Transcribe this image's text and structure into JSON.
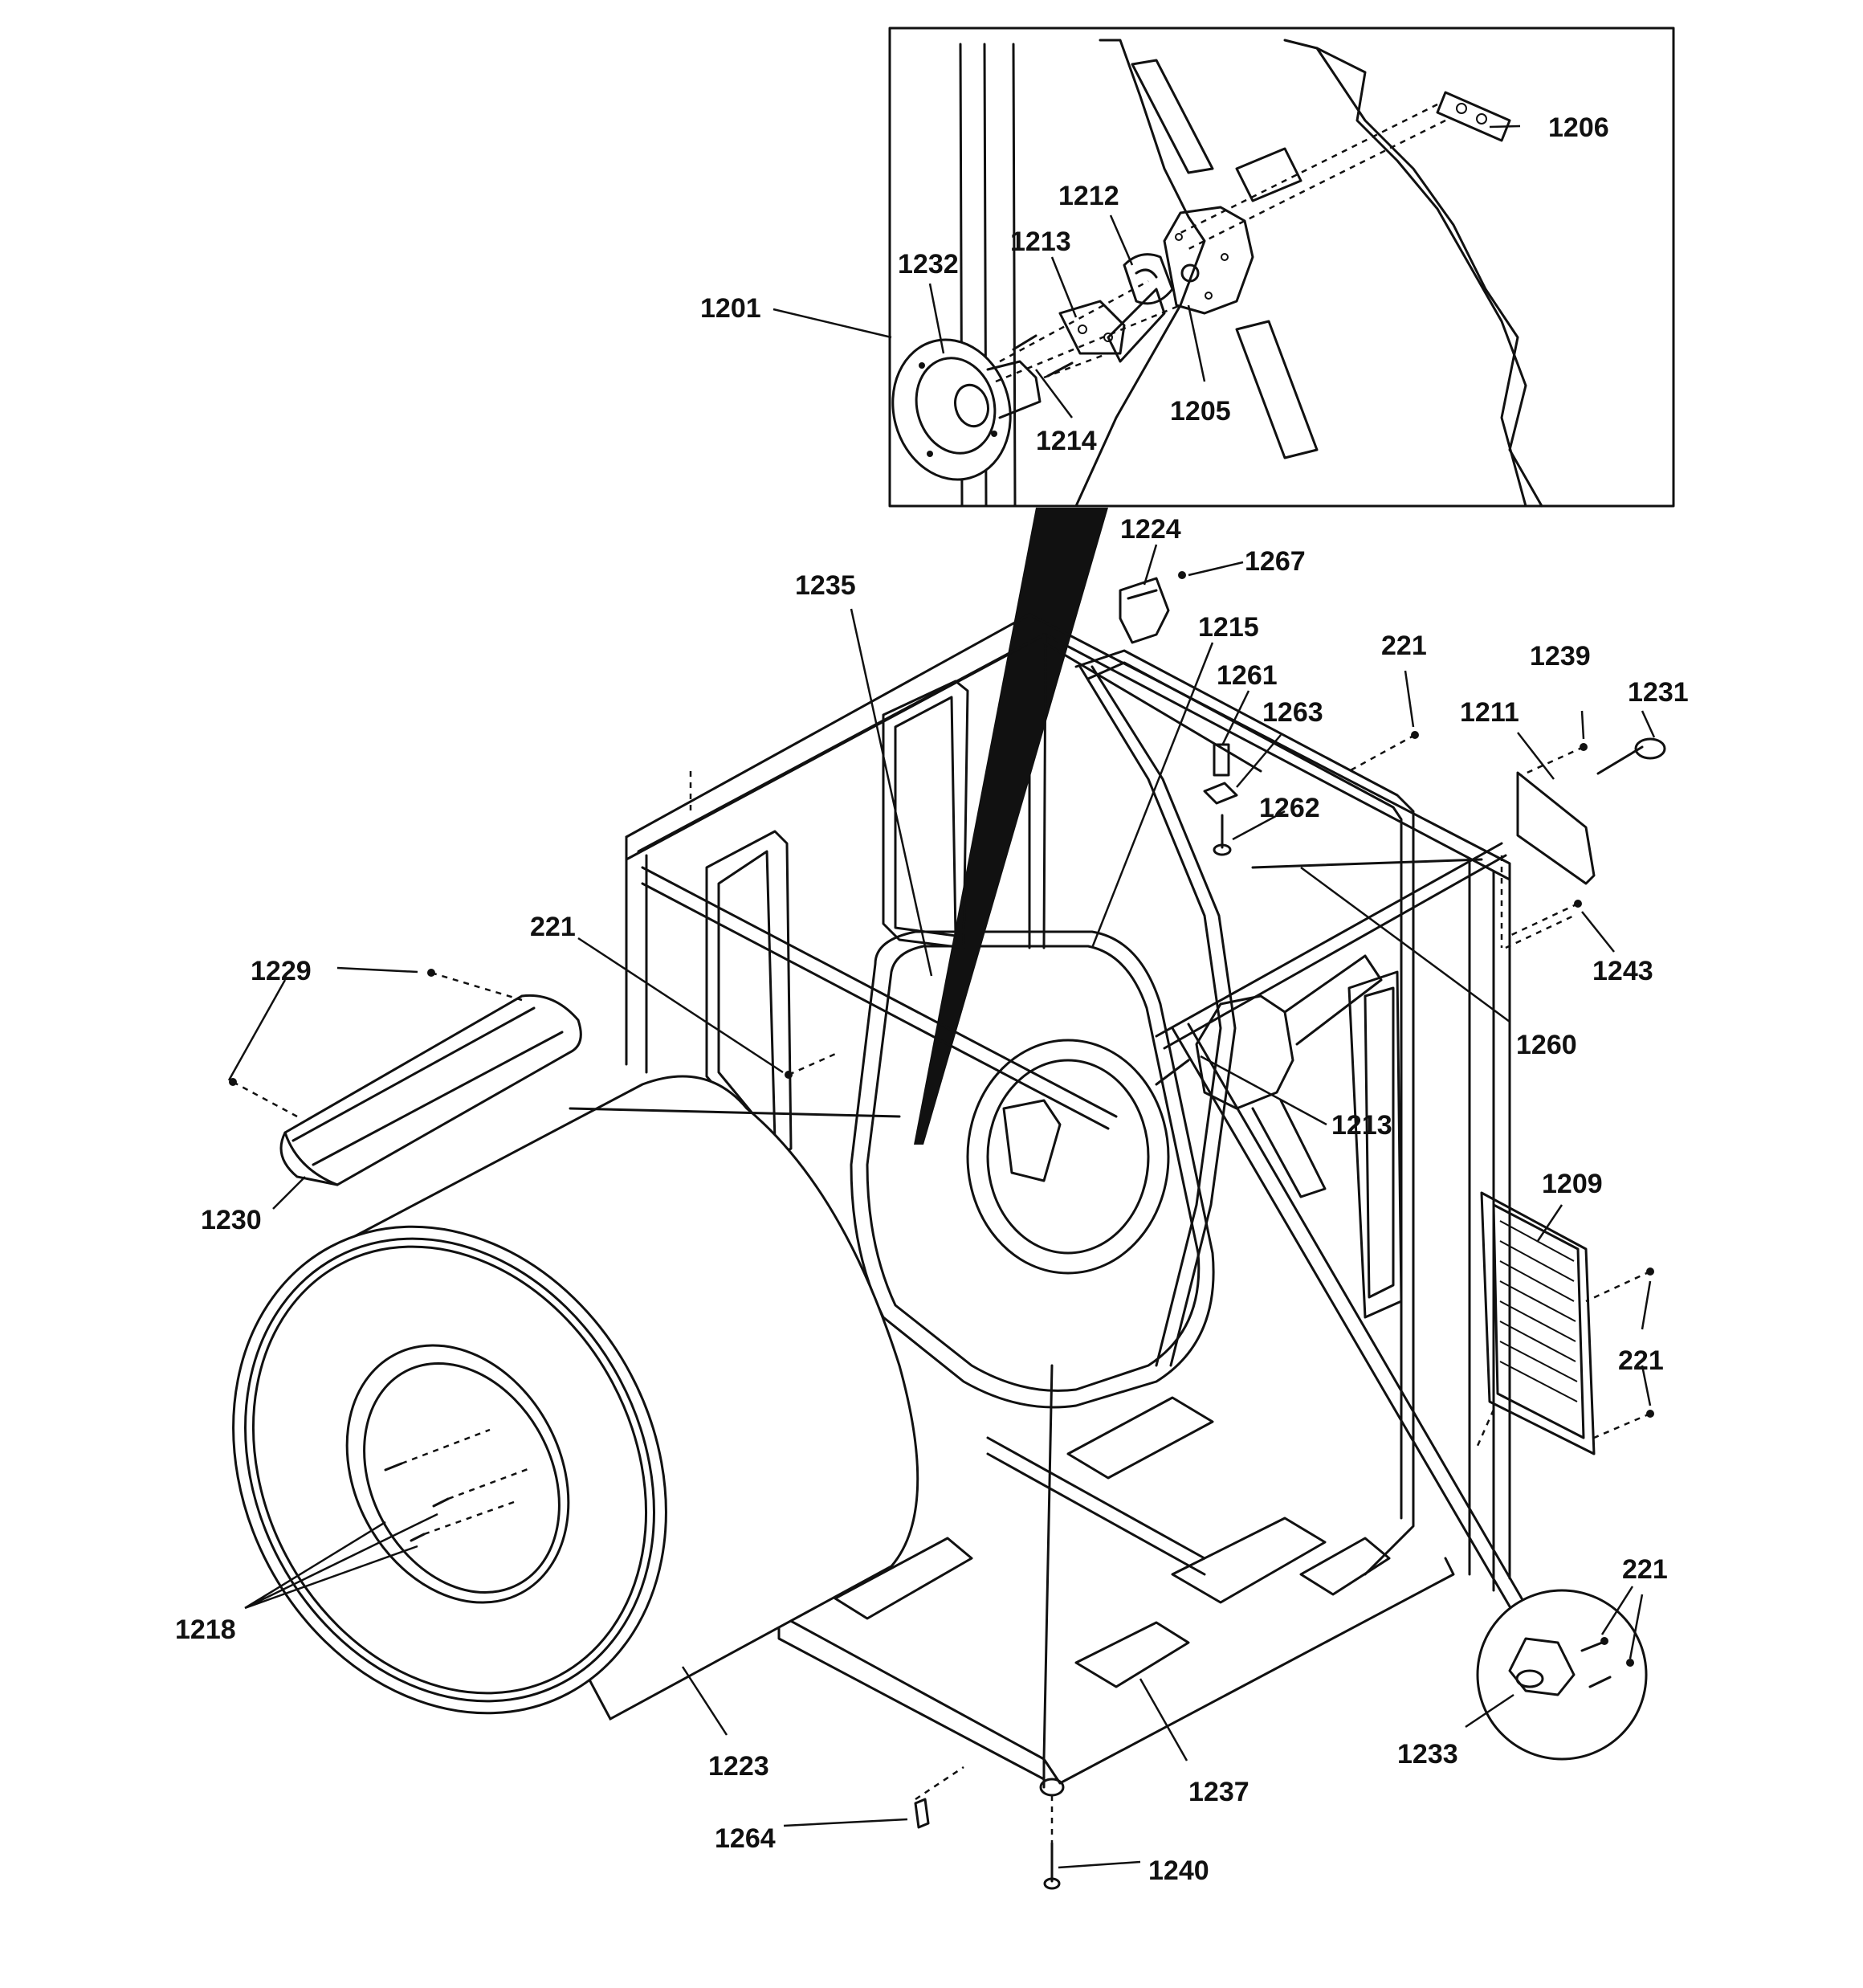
{
  "labels": {
    "p1206": "1206",
    "p1212": "1212",
    "p1213_inset": "1213",
    "p1232": "1232",
    "p1201": "1201",
    "p1214": "1214",
    "p1205": "1205",
    "p1224": "1224",
    "p1267": "1267",
    "p1235": "1235",
    "p1215": "1215",
    "p221_top": "221",
    "p1239": "1239",
    "p1231": "1231",
    "p1261": "1261",
    "p1263": "1263",
    "p1211": "1211",
    "p1262": "1262",
    "p221_left": "221",
    "p1229": "1229",
    "p1243": "1243",
    "p1260": "1260",
    "p1213_main": "1213",
    "p1230": "1230",
    "p1209": "1209",
    "p221_right": "221",
    "p221_bottom": "221",
    "p1218": "1218",
    "p1223": "1223",
    "p1233": "1233",
    "p1237": "1237",
    "p1264": "1264",
    "p1240": "1240"
  },
  "colors": {
    "line": "#111111",
    "background": "#ffffff"
  }
}
